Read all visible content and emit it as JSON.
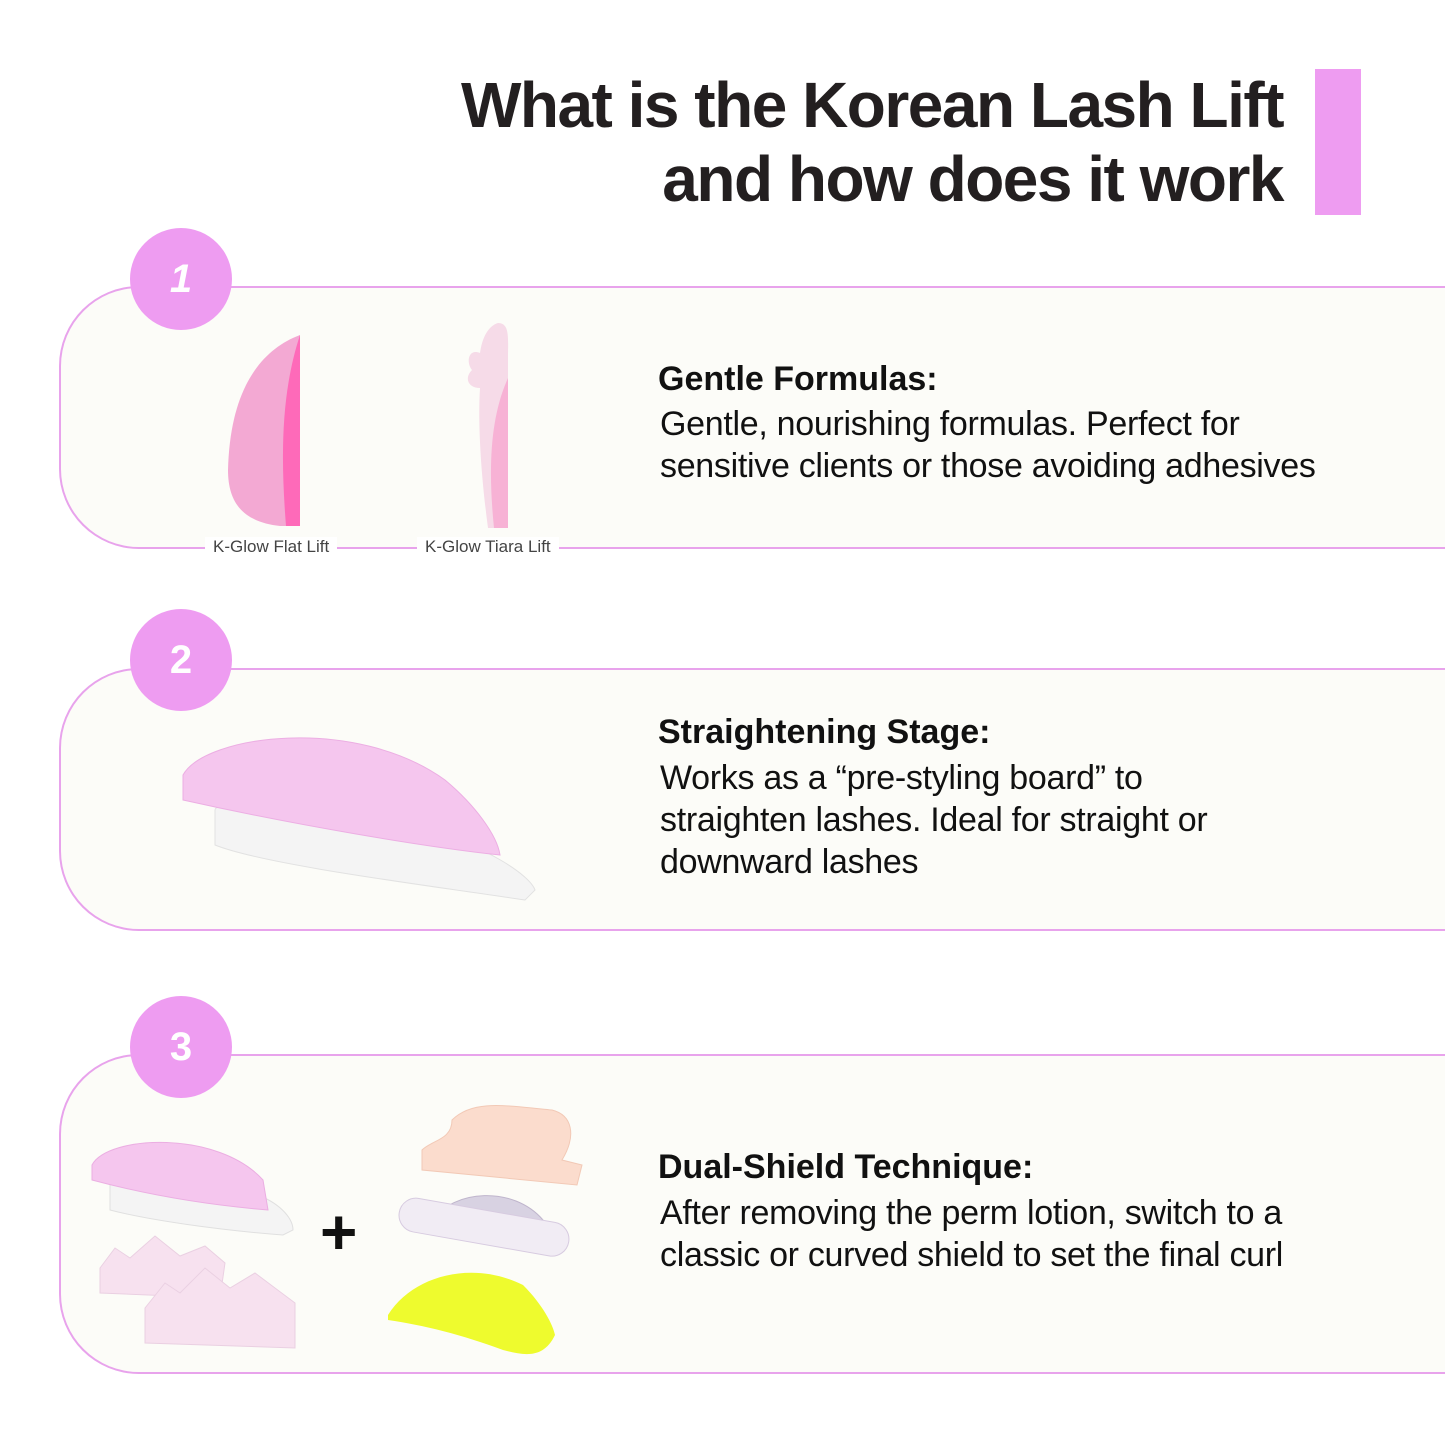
{
  "header": {
    "title_line1": "What is the Korean Lash Lift",
    "title_line2": "and how does it work",
    "accent_color": "#ee9cf1"
  },
  "steps": [
    {
      "number": "1",
      "heading": "Gentle Formulas:",
      "body_line1": "Gentle, nourishing formulas. Perfect for",
      "body_line2": "sensitive clients or those avoiding adhesives",
      "captions": [
        "K-Glow Flat Lift",
        "K-Glow Tiara Lift"
      ],
      "images": [
        "flat-lift-shield-side-view",
        "tiara-lift-shield-side-view"
      ]
    },
    {
      "number": "2",
      "heading": "Straightening Stage:",
      "body_line1": "Works as a “pre-styling board” to",
      "body_line2": "straighten lashes. Ideal for straight or",
      "body_line3": "downward lashes",
      "images": [
        "pink-flat-lift-shield"
      ]
    },
    {
      "number": "3",
      "heading": "Dual-Shield Technique:",
      "body_line1": "After removing the perm lotion, switch to a",
      "body_line2": "classic or curved shield to set the final curl",
      "plus": "+",
      "images": [
        "pink-flat-shield",
        "tiara-crown-shields",
        "peach-wing-shield",
        "clear-fan-shield",
        "neon-yellow-shield"
      ]
    }
  ]
}
